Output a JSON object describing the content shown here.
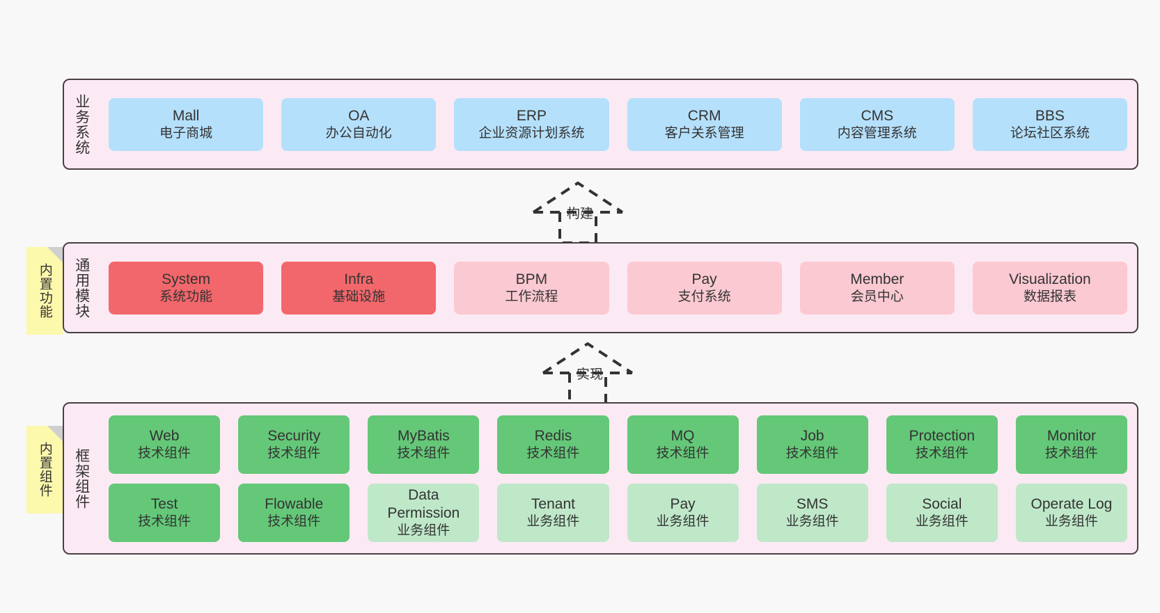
{
  "diagram": {
    "background_color": "#f8f8f8",
    "panel_color": "#fbeaf4",
    "panel_border_color": "#4a3f46",
    "note_color": "#fcf8ac"
  },
  "layers": [
    {
      "id": "business",
      "title": "业务系统",
      "rows": [
        {
          "cards": [
            {
              "en": "Mall",
              "cn": "电子商城",
              "style": "blue"
            },
            {
              "en": "OA",
              "cn": "办公自动化",
              "style": "blue"
            },
            {
              "en": "ERP",
              "cn": "企业资源计划系统",
              "style": "blue"
            },
            {
              "en": "CRM",
              "cn": "客户关系管理",
              "style": "blue"
            },
            {
              "en": "CMS",
              "cn": "内容管理系统",
              "style": "blue"
            },
            {
              "en": "BBS",
              "cn": "论坛社区系统",
              "style": "blue"
            }
          ]
        }
      ]
    },
    {
      "id": "modules",
      "title": "通用模块",
      "note": "内置功能",
      "rows": [
        {
          "cards": [
            {
              "en": "System",
              "cn": "系统功能",
              "style": "red"
            },
            {
              "en": "Infra",
              "cn": "基础设施",
              "style": "red"
            },
            {
              "en": "BPM",
              "cn": "工作流程",
              "style": "pink"
            },
            {
              "en": "Pay",
              "cn": "支付系统",
              "style": "pink"
            },
            {
              "en": "Member",
              "cn": "会员中心",
              "style": "pink"
            },
            {
              "en": "Visualization",
              "cn": "数据报表",
              "style": "pink"
            }
          ]
        }
      ]
    },
    {
      "id": "framework",
      "title": "框架组件",
      "note": "内置组件",
      "rows": [
        {
          "cards": [
            {
              "en": "Web",
              "cn": "技术组件",
              "style": "green"
            },
            {
              "en": "Security",
              "cn": "技术组件",
              "style": "green"
            },
            {
              "en": "MyBatis",
              "cn": "技术组件",
              "style": "green"
            },
            {
              "en": "Redis",
              "cn": "技术组件",
              "style": "green"
            },
            {
              "en": "MQ",
              "cn": "技术组件",
              "style": "green"
            },
            {
              "en": "Job",
              "cn": "技术组件",
              "style": "green"
            },
            {
              "en": "Protection",
              "cn": "技术组件",
              "style": "green"
            },
            {
              "en": "Monitor",
              "cn": "技术组件",
              "style": "green"
            }
          ]
        },
        {
          "cards": [
            {
              "en": "Test",
              "cn": "技术组件",
              "style": "green"
            },
            {
              "en": "Flowable",
              "cn": "技术组件",
              "style": "green"
            },
            {
              "en": "Data Permission",
              "cn": "业务组件",
              "style": "lightgrn"
            },
            {
              "en": "Tenant",
              "cn": "业务组件",
              "style": "lightgrn"
            },
            {
              "en": "Pay",
              "cn": "业务组件",
              "style": "lightgrn"
            },
            {
              "en": "SMS",
              "cn": "业务组件",
              "style": "lightgrn"
            },
            {
              "en": "Social",
              "cn": "业务组件",
              "style": "lightgrn"
            },
            {
              "en": "Operate Log",
              "cn": "业务组件",
              "style": "lightgrn"
            }
          ]
        }
      ]
    }
  ],
  "arrows": [
    {
      "id": "build",
      "label": "构建"
    },
    {
      "id": "impl",
      "label": "实现"
    }
  ]
}
